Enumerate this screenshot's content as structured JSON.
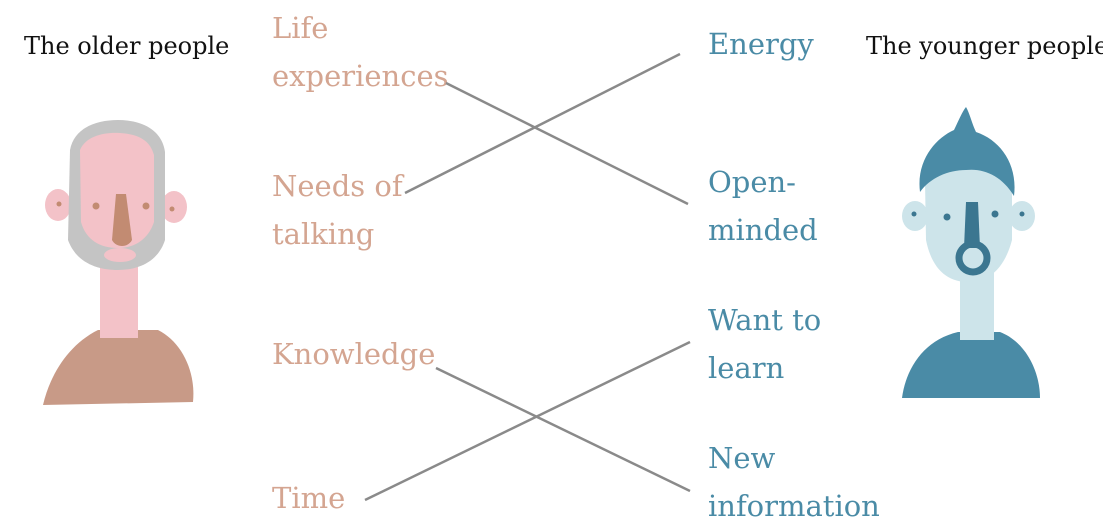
{
  "headers": {
    "older": "The older people",
    "younger": "The younger people"
  },
  "older_traits": {
    "life": [
      "Life",
      "experiences"
    ],
    "needs": [
      "Needs of",
      "talking"
    ],
    "knowledge": [
      "Knowledge"
    ],
    "time": [
      "Time"
    ]
  },
  "younger_traits": {
    "energy": [
      "Energy"
    ],
    "open": [
      "Open-",
      "minded"
    ],
    "want": [
      "Want to",
      "learn"
    ],
    "new": [
      "New",
      "information"
    ]
  },
  "colors": {
    "older_text": "#d4a591",
    "younger_text": "#4a8ba6",
    "connector": "#8a8a8a"
  }
}
